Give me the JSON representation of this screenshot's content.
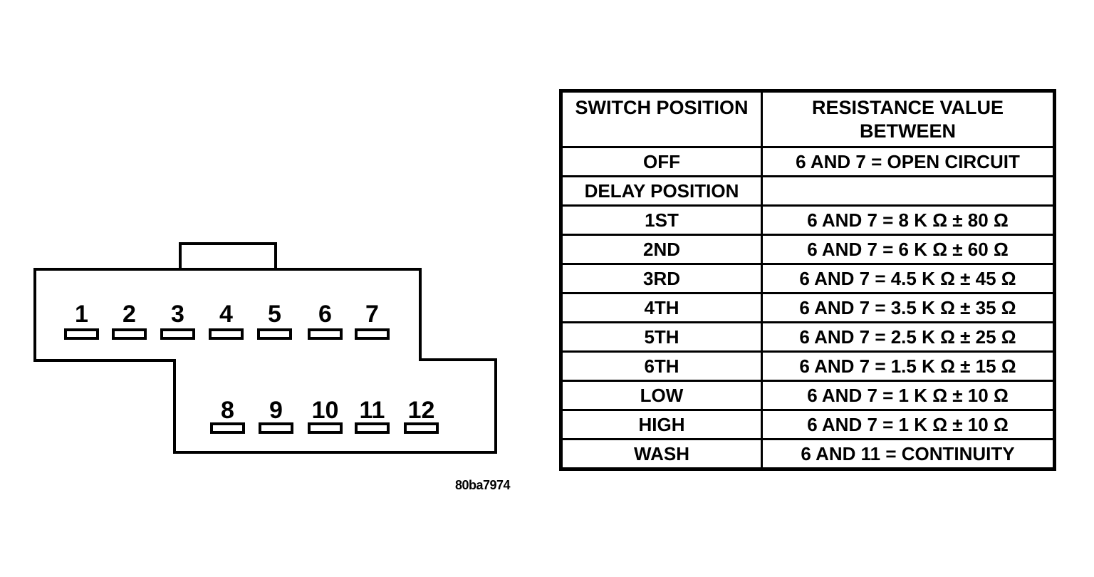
{
  "diagram": {
    "caption": "80ba7974",
    "top_pins": [
      "1",
      "2",
      "3",
      "4",
      "5",
      "6",
      "7"
    ],
    "bottom_pins": [
      "8",
      "9",
      "10",
      "11",
      "12"
    ]
  },
  "table": {
    "headers": {
      "col1": "SWITCH POSITION",
      "col2_line1": "RESISTANCE VALUE",
      "col2_line2": "BETWEEN"
    },
    "rows": [
      {
        "position": "OFF",
        "value": "6 AND 7 = OPEN CIRCUIT"
      },
      {
        "position": "DELAY POSITION",
        "value": ""
      },
      {
        "position": "1ST",
        "value": "6 AND 7 = 8 K Ω ± 80 Ω"
      },
      {
        "position": "2ND",
        "value": "6 AND 7 = 6 K Ω ± 60 Ω"
      },
      {
        "position": "3RD",
        "value": "6 AND 7 = 4.5 K Ω ± 45 Ω"
      },
      {
        "position": "4TH",
        "value": "6 AND 7 = 3.5 K Ω ± 35 Ω"
      },
      {
        "position": "5TH",
        "value": "6 AND 7 = 2.5 K Ω ± 25 Ω"
      },
      {
        "position": "6TH",
        "value": "6 AND 7 = 1.5 K Ω ± 15 Ω"
      },
      {
        "position": "LOW",
        "value": "6 AND 7 = 1 K Ω ± 10 Ω"
      },
      {
        "position": "HIGH",
        "value": "6 AND 7 = 1 K Ω ± 10 Ω"
      },
      {
        "position": "WASH",
        "value": "6 AND 11 = CONTINUITY"
      }
    ]
  },
  "colors": {
    "ink": "#000000",
    "paper": "#ffffff"
  }
}
